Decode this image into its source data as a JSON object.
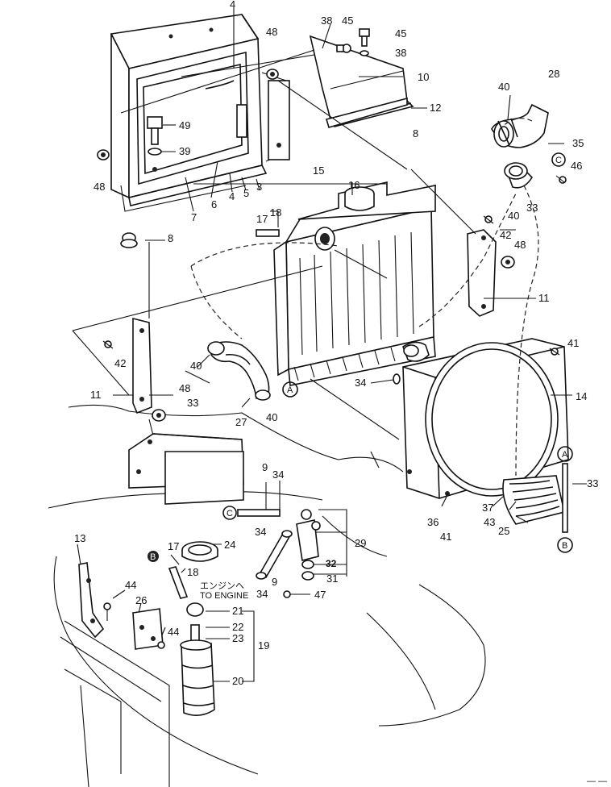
{
  "diagram": {
    "callouts": [
      {
        "id": "c4a",
        "text": "4"
      },
      {
        "id": "c48a",
        "text": "48"
      },
      {
        "id": "c38a",
        "text": "38"
      },
      {
        "id": "c45a",
        "text": "45"
      },
      {
        "id": "c45b",
        "text": "45"
      },
      {
        "id": "c38b",
        "text": "38"
      },
      {
        "id": "c10",
        "text": "10"
      },
      {
        "id": "c12",
        "text": "12"
      },
      {
        "id": "c28",
        "text": "28"
      },
      {
        "id": "c40a",
        "text": "40"
      },
      {
        "id": "c35",
        "text": "35"
      },
      {
        "id": "c49",
        "text": "49"
      },
      {
        "id": "c39",
        "text": "39"
      },
      {
        "id": "c8a",
        "text": "8"
      },
      {
        "id": "c46",
        "text": "46"
      },
      {
        "id": "c48b",
        "text": "48"
      },
      {
        "id": "c15",
        "text": "15"
      },
      {
        "id": "c16",
        "text": "16"
      },
      {
        "id": "c40b",
        "text": "40"
      },
      {
        "id": "c33a",
        "text": "33"
      },
      {
        "id": "c7",
        "text": "7"
      },
      {
        "id": "c6",
        "text": "6"
      },
      {
        "id": "c4b",
        "text": "4"
      },
      {
        "id": "c5",
        "text": "5"
      },
      {
        "id": "c3",
        "text": "3"
      },
      {
        "id": "c17a",
        "text": "17"
      },
      {
        "id": "c18a",
        "text": "18"
      },
      {
        "id": "c42a",
        "text": "42"
      },
      {
        "id": "c48c",
        "text": "48"
      },
      {
        "id": "c8b",
        "text": "8"
      },
      {
        "id": "c11a",
        "text": "11"
      },
      {
        "id": "c41a",
        "text": "41"
      },
      {
        "id": "c42b",
        "text": "42"
      },
      {
        "id": "c40c",
        "text": "40"
      },
      {
        "id": "c48d",
        "text": "48"
      },
      {
        "id": "c33b",
        "text": "33"
      },
      {
        "id": "c11b",
        "text": "11"
      },
      {
        "id": "c34a",
        "text": "34"
      },
      {
        "id": "c14",
        "text": "14"
      },
      {
        "id": "c27",
        "text": "27"
      },
      {
        "id": "c40d",
        "text": "40"
      },
      {
        "id": "c9a",
        "text": "9"
      },
      {
        "id": "c34b",
        "text": "34"
      },
      {
        "id": "c33c",
        "text": "33"
      },
      {
        "id": "c37",
        "text": "37"
      },
      {
        "id": "c43",
        "text": "43"
      },
      {
        "id": "c36",
        "text": "36"
      },
      {
        "id": "c41b",
        "text": "41"
      },
      {
        "id": "c25",
        "text": "25"
      },
      {
        "id": "c29",
        "text": "29"
      },
      {
        "id": "c34c",
        "text": "34"
      },
      {
        "id": "c13",
        "text": "13"
      },
      {
        "id": "c17b",
        "text": "17"
      },
      {
        "id": "c24",
        "text": "24"
      },
      {
        "id": "c18b",
        "text": "18"
      },
      {
        "id": "c32",
        "text": "32"
      },
      {
        "id": "c31",
        "text": "31"
      },
      {
        "id": "c9b",
        "text": "9"
      },
      {
        "id": "c34d",
        "text": "34"
      },
      {
        "id": "c47",
        "text": "47"
      },
      {
        "id": "c44a",
        "text": "44"
      },
      {
        "id": "c26",
        "text": "26"
      },
      {
        "id": "c21",
        "text": "21"
      },
      {
        "id": "c22",
        "text": "22"
      },
      {
        "id": "c23",
        "text": "23"
      },
      {
        "id": "c19",
        "text": "19"
      },
      {
        "id": "c44b",
        "text": "44"
      },
      {
        "id": "c20",
        "text": "20"
      }
    ],
    "refs": [
      {
        "id": "rA1",
        "text": "A"
      },
      {
        "id": "rA2",
        "text": "A"
      },
      {
        "id": "rB",
        "text": "B"
      },
      {
        "id": "rB2",
        "text": "B"
      },
      {
        "id": "rC1",
        "text": "C"
      },
      {
        "id": "rC2",
        "text": "C"
      }
    ],
    "engine_note_jp": "エンジンへ",
    "engine_note_en": "TO ENGINE",
    "corner_mark": "— —"
  }
}
